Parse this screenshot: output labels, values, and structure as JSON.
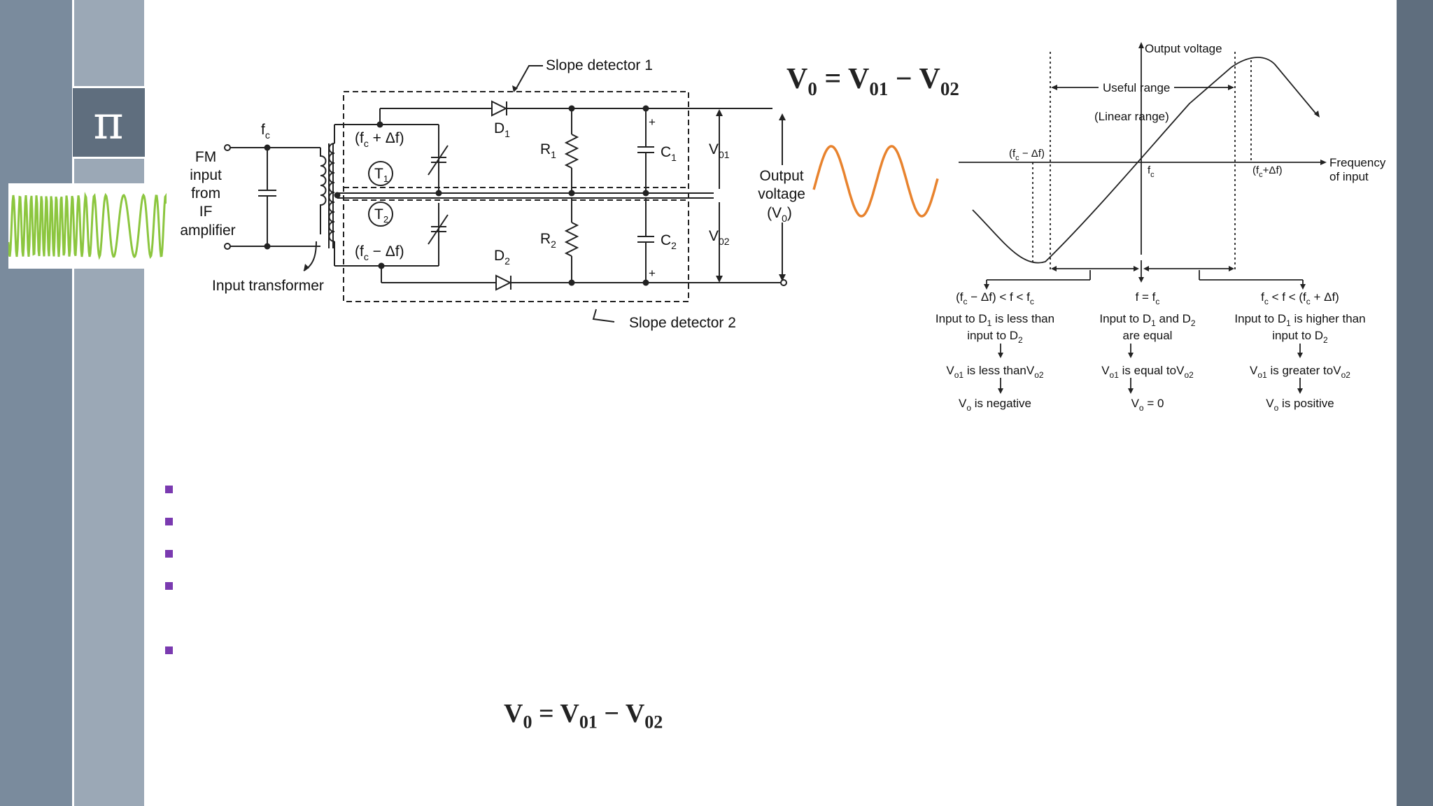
{
  "slide": {
    "pi_symbol": "π",
    "bullets_count": 5
  },
  "equation": {
    "top": {
      "v": "V",
      "s0": "0",
      "eq": " = V",
      "s1": "01",
      "minus": " − V",
      "s2": "02"
    },
    "bottom": {
      "v": "V",
      "s0": "0",
      "eq": " = V",
      "s1": "01",
      "minus": " − V",
      "s2": "02"
    }
  },
  "circuit": {
    "slope_detector_1": "Slope detector 1",
    "slope_detector_2": "Slope detector 2",
    "input_transformer": "Input transformer",
    "fm_input": [
      "FM",
      "input",
      "from",
      "IF",
      "amplifier"
    ],
    "fc": "f",
    "fc_sub": "c",
    "t1_freq": "(f",
    "t1_freq_tail": " + Δf)",
    "t2_freq": "(f",
    "t2_freq_tail": " − Δf)",
    "t1": "T",
    "t1_sub": "1",
    "t2": "T",
    "t2_sub": "2",
    "d1": "D",
    "d1_sub": "1",
    "d2": "D",
    "d2_sub": "2",
    "r1": "R",
    "r1_sub": "1",
    "r2": "R",
    "r2_sub": "2",
    "c1": "C",
    "c1_sub": "1",
    "c2": "C",
    "c2_sub": "2",
    "plus": "+",
    "v01": "V",
    "v01_sub": "01",
    "v02": "V",
    "v02_sub": "02",
    "output_voltage": [
      "Output",
      "voltage",
      "(V"
    ],
    "output_sub": "0",
    "output_close": ")"
  },
  "graph": {
    "y_label": "Output voltage",
    "x_label": [
      "Frequency",
      "of input"
    ],
    "useful_range": "Useful range",
    "linear_range": "(Linear range)",
    "fc_minus": "(f",
    "fc_minus_tail": " − Δf)",
    "fc_label": "f",
    "fc_plus": "(f",
    "fc_plus_tail": "+Δf)",
    "sub_c": "c"
  },
  "cases": [
    {
      "cond": [
        "(f",
        "c",
        " − Δf) < f < f",
        "c",
        ""
      ],
      "l1": [
        "Input to D",
        "1",
        " is less than"
      ],
      "l2": [
        "input to D",
        "2",
        ""
      ],
      "l3": [
        "V",
        "o1",
        " is less thanV",
        "o2",
        ""
      ],
      "l4": [
        "V",
        "o",
        " is negative"
      ]
    },
    {
      "cond": [
        "f = f",
        "c",
        "",
        "",
        ""
      ],
      "l1": [
        "Input to D",
        "1",
        " and D",
        "2",
        ""
      ],
      "l2": [
        "are equal",
        "",
        ""
      ],
      "l3": [
        "V",
        "o1",
        " is equal toV",
        "o2",
        ""
      ],
      "l4": [
        "V",
        "o",
        " = 0"
      ]
    },
    {
      "cond": [
        "f",
        "c",
        " < f < (f",
        "c",
        " + Δf)"
      ],
      "l1": [
        "Input to D",
        "1",
        " is higher than"
      ],
      "l2": [
        "input to D",
        "2",
        ""
      ],
      "l3": [
        "V",
        "o1",
        " is greater toV",
        "o2",
        ""
      ],
      "l4": [
        "V",
        "o",
        " is positive"
      ]
    }
  ],
  "colors": {
    "band_left": "#7a8b9d",
    "band_mid": "#9ba8b6",
    "band_right": "#5f6e7e",
    "fm_wave": "#8cc63f",
    "output_wave": "#e8832e",
    "bullet": "#7a3ab0"
  }
}
